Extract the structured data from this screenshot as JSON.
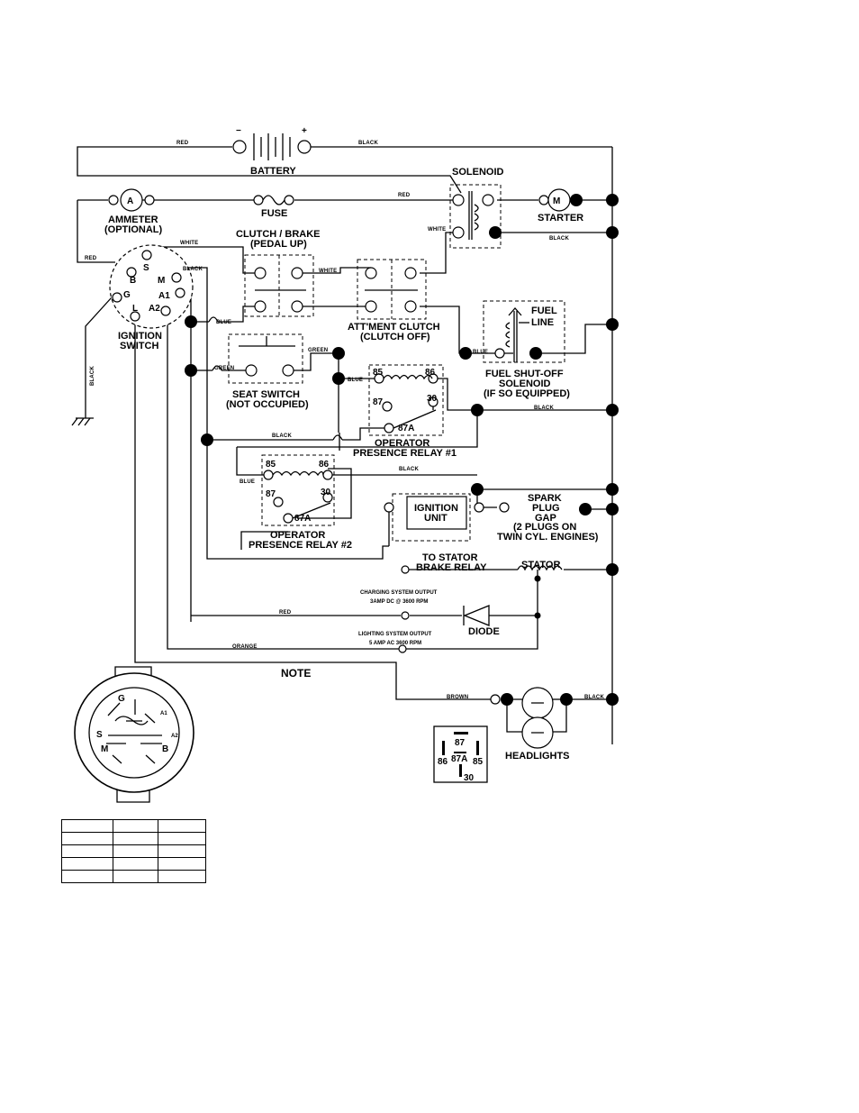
{
  "labels": {
    "battery": "BATTERY",
    "solenoid": "SOLENOID",
    "ammeter": "AMMETER",
    "ammeter_note": "(OPTIONAL)",
    "fuse": "FUSE",
    "starter": "STARTER",
    "clutch_brake": "CLUTCH / BRAKE",
    "clutch_brake_note": "(PEDAL UP)",
    "attment_clutch": "ATT'MENT CLUTCH",
    "attment_clutch_note": "(CLUTCH OFF)",
    "fuel_line_1": "FUEL",
    "fuel_line_2": "LINE",
    "fuel_solenoid_1": "FUEL SHUT-OFF",
    "fuel_solenoid_2": "SOLENOID",
    "fuel_solenoid_3": "(IF SO EQUIPPED)",
    "ignition_switch_1": "IGNITION",
    "ignition_switch_2": "SWITCH",
    "seat_switch_1": "SEAT SWITCH",
    "seat_switch_2": "(NOT OCCUPIED)",
    "relay1_1": "OPERATOR",
    "relay1_2": "PRESENCE RELAY #1",
    "relay2_1": "OPERATOR",
    "relay2_2": "PRESENCE RELAY #2",
    "ignition_unit_1": "IGNITION",
    "ignition_unit_2": "UNIT",
    "spark_1": "SPARK",
    "spark_2": "PLUG",
    "spark_3": "GAP",
    "spark_4": "(2 PLUGS ON",
    "spark_5": "TWIN CYL. ENGINES)",
    "to_stator_1": "TO STATOR",
    "to_stator_2": "BRAKE RELAY",
    "stator": "STATOR",
    "charging_1": "CHARGING SYSTEM OUTPUT",
    "charging_2": "3AMP DC @ 3600 RPM",
    "diode": "DIODE",
    "lighting_1": "LIGHTING SYSTEM OUTPUT",
    "lighting_2": "5 AMP AC 3600 RPM",
    "note": "NOTE",
    "headlights": "HEADLIGHTS"
  },
  "wires": {
    "red": "RED",
    "black": "BLACK",
    "white": "WHITE",
    "blue": "BLUE",
    "green": "GREEN",
    "orange": "ORANGE",
    "brown": "BROWN"
  },
  "symbols": {
    "ammeter": "A",
    "motor": "M",
    "battery_neg": "−",
    "battery_pos": "+"
  },
  "ignition_terminals": [
    "B",
    "S",
    "M",
    "A1",
    "A2",
    "L",
    "G"
  ],
  "relay_pins": [
    "85",
    "86",
    "87",
    "30",
    "87A"
  ],
  "plug_terminals": [
    "G",
    "A1",
    "A2",
    "S",
    "M",
    "B"
  ],
  "relay_socket_pins": [
    "87",
    "87A",
    "86",
    "85",
    "30"
  ],
  "ignition_table": {
    "rows": [
      [
        "",
        "",
        ""
      ],
      [
        "",
        "",
        ""
      ],
      [
        "",
        "",
        ""
      ],
      [
        "",
        "",
        ""
      ],
      [
        "",
        "",
        ""
      ]
    ]
  }
}
